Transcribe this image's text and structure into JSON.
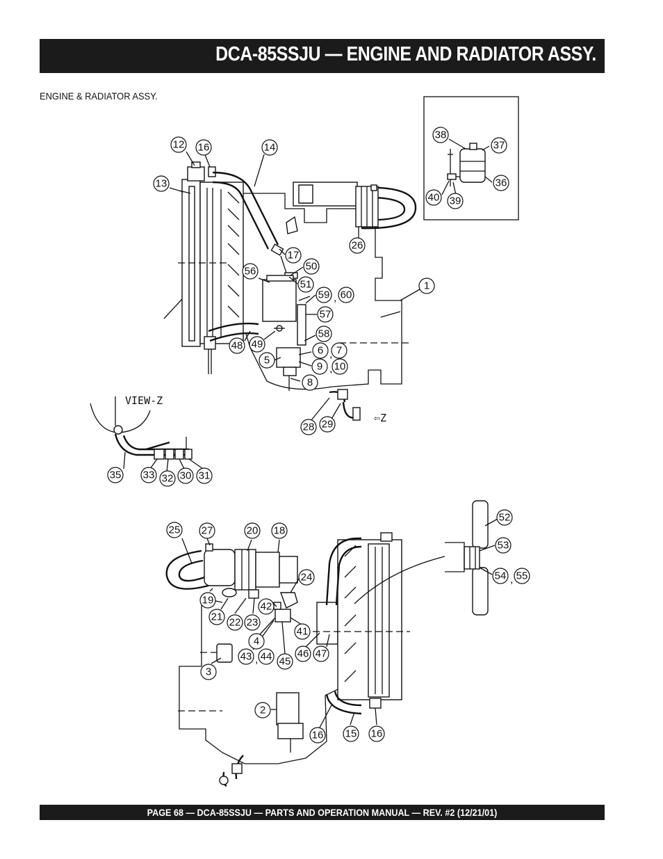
{
  "header": {
    "title": "DCA-85SSJU  — ENGINE AND RADIATOR ASSY."
  },
  "subheading": "ENGINE & RADIATOR  ASSY.",
  "diagram": {
    "view_label": "VIEW-Z",
    "direction_label": "⇦Z",
    "callouts": [
      "12",
      "16",
      "14",
      "13",
      "17",
      "50",
      "51",
      "56",
      "59",
      "60",
      "57",
      "1",
      "58",
      "48",
      "49",
      "6",
      "7",
      "5",
      "9",
      "10",
      "8",
      "26",
      "38",
      "37",
      "36",
      "40",
      "39",
      "28",
      "29",
      "35",
      "33",
      "32",
      "30",
      "31",
      "25",
      "27",
      "20",
      "18",
      "24",
      "19",
      "21",
      "22",
      "23",
      "42",
      "4",
      "41",
      "43",
      "44",
      "45",
      "46",
      "47",
      "3",
      "2",
      "16",
      "15",
      "16",
      "52",
      "53",
      "54",
      "55"
    ]
  },
  "footer": {
    "text": "PAGE 68 — DCA-85SSJU — PARTS AND OPERATION MANUAL — REV. #2  (12/21/01)"
  }
}
